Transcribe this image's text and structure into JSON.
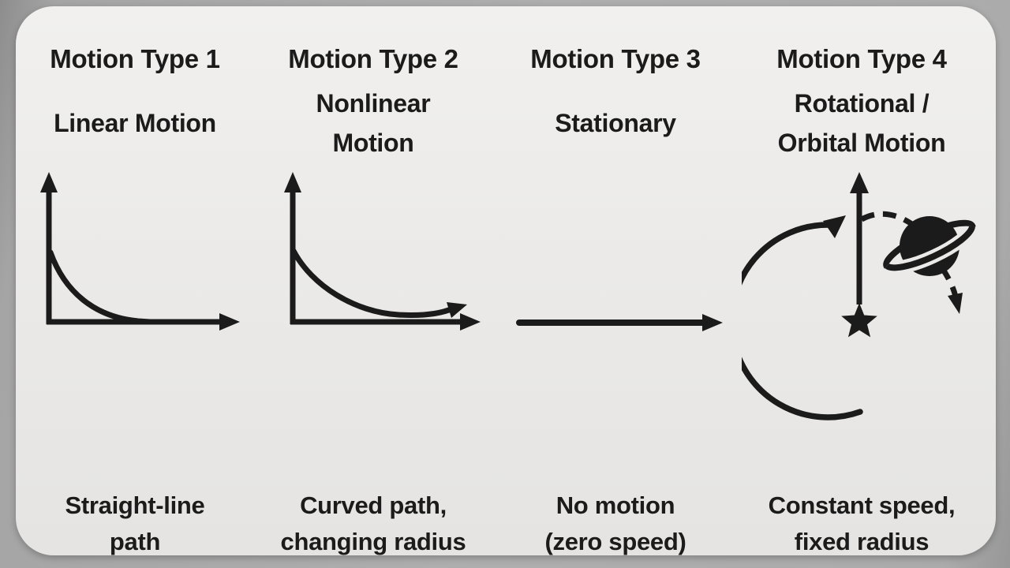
{
  "slide": {
    "colors": {
      "background": "#a8a8a8",
      "card": "#eae9e7",
      "ink": "#1b1b1b"
    },
    "columns": [
      {
        "title": "Motion Type 1",
        "subtitle": "Linear Motion",
        "caption": "Straight-line\npath",
        "icon": "decay-curve-graph-icon"
      },
      {
        "title": "Motion Type 2",
        "subtitle": "Nonlinear\nMotion",
        "caption": "Curved path,\nchanging radius",
        "icon": "curved-path-arrow-graph-icon"
      },
      {
        "title": "Motion Type 3",
        "subtitle": "Stationary",
        "caption": "No motion\n(zero speed)",
        "icon": "horizontal-arrow-icon"
      },
      {
        "title": "Motion Type 4",
        "subtitle": "Rotational /\nOrbital Motion",
        "caption": "Constant speed,\nfixed radius",
        "icon": "orbit-star-planet-icon"
      }
    ]
  }
}
